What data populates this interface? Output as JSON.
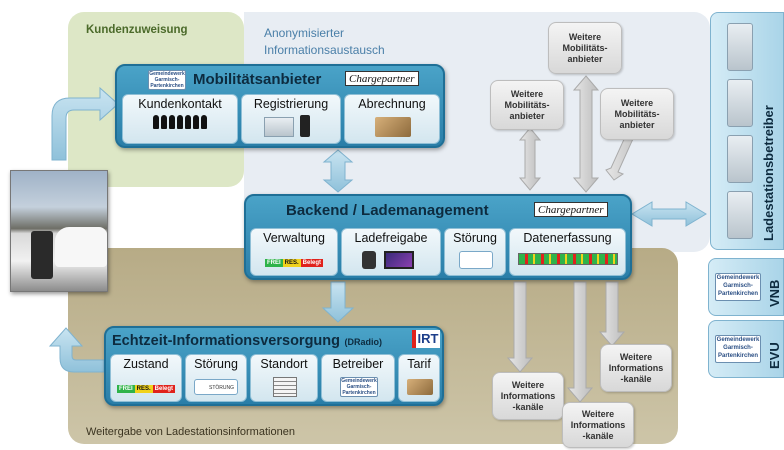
{
  "zones": {
    "kundenzuweisung": "Kundenzuweisung",
    "anonym_line1": "Anonymisierter",
    "anonym_line2": "Informationsaustausch",
    "weitergabe": "Weitergabe von Ladestationsinformationen"
  },
  "mobility": {
    "title": "Mobilitätsanbieter",
    "brand": "Chargepartner",
    "kundenkontakt": "Kundenkontakt",
    "registrierung": "Registrierung",
    "abrechnung": "Abrechnung"
  },
  "backend": {
    "title": "Backend / Lademanagement",
    "brand": "Chargepartner",
    "verwaltung": "Verwaltung",
    "ladefreigabe": "Ladefreigabe",
    "stoerung": "Störung",
    "datenerfassung": "Datenerfassung",
    "tags": [
      "FREI",
      "RES.",
      "Belegt"
    ]
  },
  "realtime": {
    "title": "Echtzeit-Informationsversorgung",
    "sub_title": "(DRadio)",
    "logo": "IRT",
    "zustand": "Zustand",
    "stoerung": "Störung",
    "standort": "Standort",
    "betreiber": "Betreiber",
    "tarif": "Tarif",
    "tags": [
      "FREI",
      "RES.",
      "Belegt"
    ],
    "stoerung_icon_text": "STÖRUNG"
  },
  "providers": {
    "weitere_mob": [
      "Weitere",
      "Mobilitäts-",
      "anbieter"
    ],
    "weitere_info": [
      "Weitere",
      "Informations",
      "-kanäle"
    ]
  },
  "right": {
    "operator": "Ladestationsbetreiber",
    "vnb": "VNB",
    "evu": "EVU",
    "logo_lines": [
      "Gemeindewerk",
      "Garmisch-",
      "Partenkirchen"
    ]
  },
  "colors": {
    "zone_green": "#dce6c4",
    "zone_blue": "#e8edf3",
    "zone_brown": "#bdb28e",
    "panel": "#3e95bf",
    "arrow": "#a9cfe3",
    "grey_arrow": "#cfcfcf"
  }
}
